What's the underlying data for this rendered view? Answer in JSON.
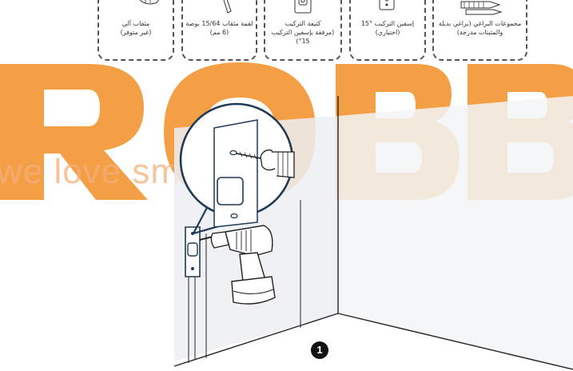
{
  "watermark": {
    "text": "we love smart",
    "colors": [
      "#f39a3c",
      "#f6b27a"
    ]
  },
  "items": [
    {
      "line1": "مجموعات البراغي (براغي بديلة",
      "line2": "والمثبتات مدرجة)"
    },
    {
      "line1": "إسفين التركيب °15",
      "line2": "(اختياري)"
    },
    {
      "line1": "كتيفة التركيب",
      "line2": "(مرفقة بإسفين التركيب",
      "line3": "°15)"
    },
    {
      "line1": "لقمة مثقاب 15/64 بوصة",
      "line2": "(6 مم)"
    },
    {
      "line1": "مثقاب آلي",
      "line2": "(غير متوفر)"
    }
  ],
  "step": {
    "number": "1"
  },
  "colors": {
    "outline": "#1f3a56",
    "accent": "#1f3a56",
    "wall": "#e9edf2"
  }
}
